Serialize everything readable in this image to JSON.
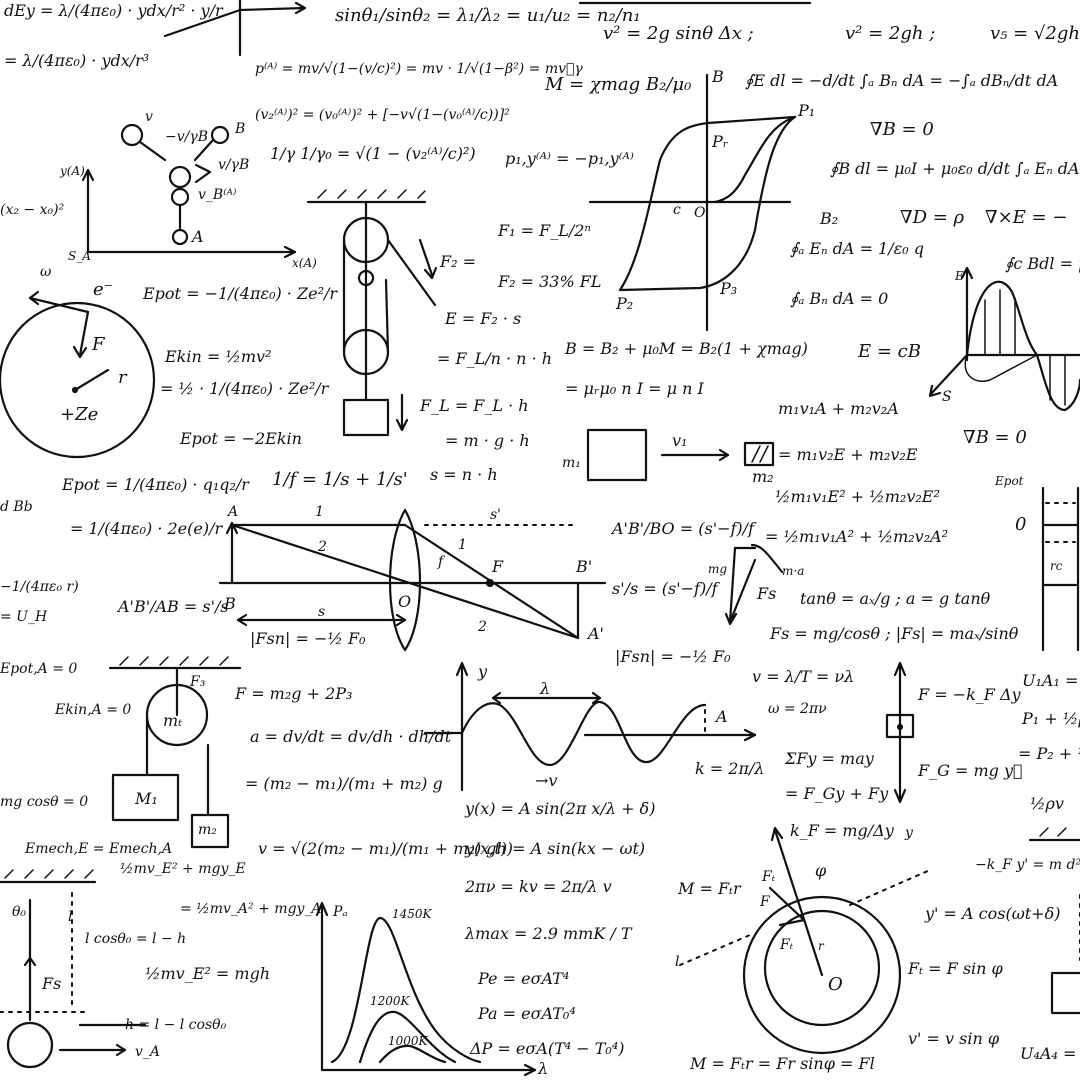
{
  "title": "Handwritten physics formulas and diagrams on white background",
  "colors": {
    "ink": "#111111",
    "background": "#ffffff"
  },
  "formulas": {
    "f01": "dEy = λ/(4πε₀) · ydx/r² · y/r",
    "f02": "= λ/(4πε₀) · ydx/r³",
    "f03": "sinθ₁/sinθ₂ = λ₁/λ₂ = u₁/u₂ = n₂/n₁",
    "f04": "v² = 2g sinθ Δx ;",
    "f05": "v² = 2gh ;",
    "f06": "v₅ = √2gh",
    "f07": "p⁽ᴬ⁾ = mv/√(1−(v/c)²) = mv · 1/√(1−β²) = mv⃗γ",
    "f08": "(v₂⁽ᴬ⁾)² = (v₀⁽ᴬ⁾)² + [−v√(1−(v₀⁽ᴬ⁾/c))]²",
    "f09": "1/γ  1/γ₀ = √(1 − (v₂⁽ᴬ⁾/c)²)",
    "f10": "p₁,y⁽ᴬ⁾ = −p₁,y⁽ᴬ⁾",
    "f11": "M = χmag B₂/μ₀",
    "f12": "∮E dl = −d/dt ∫ₐ Bₙ dA = −∫ₐ dBₙ/dt dA",
    "f13": "∇B = 0",
    "f14": "∮B dl = μ₀I + μ₀ε₀ d/dt ∫ₐ Eₙ dA",
    "f15": "∇D = ρ",
    "f16": "∇×E = −",
    "f17": "∮ₐ Eₙ dA = 1/ε₀ q",
    "f18": "∮ₐ Bₙ dA = 0",
    "f19": "∮c Bdl = μ",
    "f20": "B = B₂ + μ₀M = B₂(1 + χmag)",
    "f21": "= μᵣμ₀ n I = μ n I",
    "f22": "E = cB",
    "f23": "m₁v₁A + m₂v₂A",
    "f24": "= m₁v₂E + m₂v₂E",
    "f25": "½m₁v₁E² + ½m₂v₂E²",
    "f26": "= ½m₁v₁A² + ½m₂v₂A²",
    "f27": "∇B = 0",
    "f28": "Epot = −1/(4πε₀) · Ze²/r",
    "f29": "Ekin = ½mv²",
    "f30": "= ½ · 1/(4πε₀) · Ze²/r",
    "f31": "Epot = −2Ekin",
    "f32": "Epot = 1/(4πε₀) · q₁q₂/r",
    "f33": "= 1/(4πε₀) · 2e(e)/r",
    "f34": "F₁ = F_L/2ⁿ",
    "f35": "F₂ = 33% FL",
    "f36": "F₂ =",
    "f37": "E = F₂ · s",
    "f38": "= F_L/n · n · h",
    "f39": "F_L = F_L · h",
    "f40": "= m · g · h",
    "f41": "s = n · h",
    "f42": "1/f = 1/s + 1/s'",
    "f43": "A'B'/AB = s'/s",
    "f44": "A'B'/BO = (s'−f)/f",
    "f45": "s'/s = (s'−f)/f",
    "f46": "|Fsn| = −½ F₀",
    "f47": "|Fsn| = −½ F₀",
    "f48": "tanθ = aₓ/g ; a = g tanθ",
    "f49": "Fs = mg/cosθ ; |Fs| = maₓ/sinθ",
    "f50": "F = m₂g + 2P₃",
    "f51": "a = dv/dt = dv/dh · dh/dt",
    "f52": "= (m₂ − m₁)/(m₁ + m₂) g",
    "f53": "v = √(2(m₂ − m₁)/(m₁ + m₂) gh)",
    "f54": "Epot,A = 0",
    "f55": "Ekin,A = 0",
    "f56": "mg cosθ = 0",
    "f57": "Emech,E = Emech,A",
    "f58": "½mv_E² + mgy_E",
    "f59": "= ½mv_A² + mgy_A",
    "f60": "l cosθ₀ = l − h",
    "f61": "½mv_E² = mgh",
    "f62": "h = l − l cosθ₀",
    "f63": "v = λ/T = νλ",
    "f64": "ω = 2πν",
    "f65": "F = −k_F Δy",
    "f66": "ΣFy = may",
    "f67": "= F_Gy + Fy",
    "f68": "F_G = mg y⃗",
    "f69": "k_F = mg/Δy",
    "f70": "y(x) = A sin(2π x/λ + δ)",
    "f71": "y(x,t) = A sin(kx − ωt)",
    "f72": "2πν = kv = 2π/λ v",
    "f73": "k = 2π/λ",
    "f74": "M = Fₜr",
    "f75": "λmax = 2.9 mmK / T",
    "f76": "Pe = eσAT⁴",
    "f77": "Pa = eσAT₀⁴",
    "f78": "ΔP = eσA(T⁴ − T₀⁴)",
    "f79": "M = Fₜr = Fr sinφ = Fl",
    "f80": "y' = A cos(ωt+δ)",
    "f81": "Fₜ = F sin φ",
    "f82": "v' = v sin φ",
    "f83": "−k_F y' = m d²y'/dt²",
    "f84": "U₁A₁ =",
    "f85": "P₁ + ½ρ",
    "f86": "= P₂ + ½",
    "f87": "½ρv",
    "f88": "U₄A₄ =",
    "f89": "(x₂ − x₀)²",
    "f90": "−1/(4πε₀ r)",
    "f91": "= U_H",
    "f92": "d Bb"
  },
  "labels": {
    "hysteresis": {
      "B": "B",
      "P1": "P₁",
      "Pr": "Pᵣ",
      "P2": "P₂",
      "P3": "P₃",
      "c": "c",
      "o": "O",
      "B2": "B₂"
    },
    "atom": {
      "e": "e⁻",
      "F": "F",
      "r": "r",
      "nucleus": "+Ze",
      "omega": "ω"
    },
    "collision": {
      "m1": "m₁",
      "m2": "m₂",
      "v1": "v₁"
    },
    "lens": {
      "A": "A",
      "B": "B",
      "O": "O",
      "F": "F",
      "Bp": "B'",
      "Ap": "A'",
      "s": "s",
      "sp": "s'",
      "ray1": "1",
      "ray2": "2",
      "f": "f"
    },
    "pendulum_cone": {
      "mg": "mg",
      "ma": "m·a",
      "Fs": "Fs"
    },
    "atwood": {
      "mt": "mₜ",
      "m1": "M₁",
      "m2": "m₂",
      "F3": "F₃"
    },
    "wave": {
      "y": "y",
      "lambda": "λ",
      "A": "A",
      "v": "→v"
    },
    "spring": {
      "y": "y"
    },
    "blackbody": {
      "Pa": "Pₐ",
      "t1": "1450K",
      "t2": "1200K",
      "t3": "1000K",
      "lambda": "λ"
    },
    "rotation": {
      "O": "O",
      "F": "F",
      "Ft": "Fₜ",
      "phi": "φ",
      "r": "r",
      "l": "l"
    },
    "pendulum": {
      "theta0": "θ₀",
      "l": "l",
      "Fs": "Fs",
      "vA": "v_A"
    },
    "relativity": {
      "v": "v",
      "vA": "v_B⁽ᴬ⁾",
      "vgB": "v/γB",
      "vgA": "−v/γB",
      "A": "A",
      "B": "B",
      "yA": "y(A)",
      "xA": "x(A)",
      "SA": "S_A"
    },
    "em_wave": {
      "E": "E",
      "S": "S"
    },
    "potential_well": {
      "Epot": "Epot",
      "zero": "0",
      "rc": "rc"
    }
  }
}
